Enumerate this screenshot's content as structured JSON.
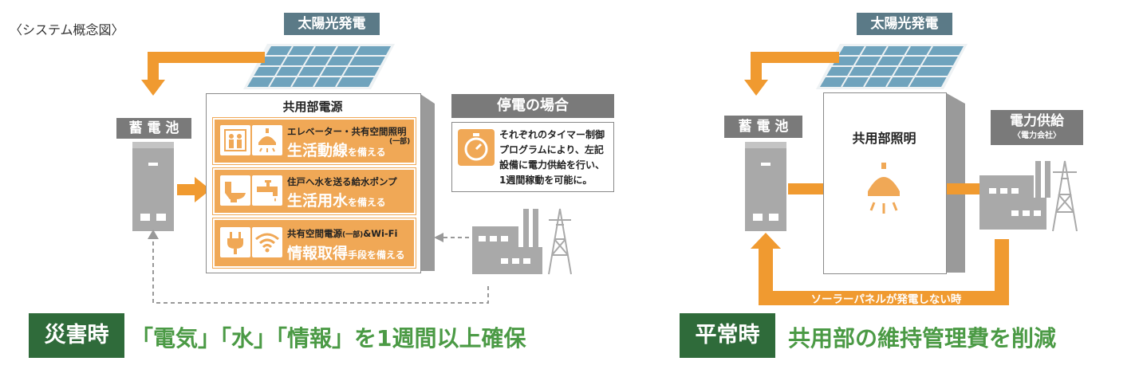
{
  "caption": "〈システム概念図〉",
  "left": {
    "solar_label": "太陽光発電",
    "battery_label": "蓄 電 池",
    "building_title": "共用部電源",
    "rows": [
      {
        "small": "エレベーター・共有空間照明",
        "note": "(一部)",
        "big": "生活動線",
        "suffix": "を備える"
      },
      {
        "small": "住戸へ水を送る給水ポンプ",
        "big": "生活用水",
        "suffix": "を備える"
      },
      {
        "small": "共有空間電源",
        "small_note": "(一部)",
        "small_tail": "&Wi-Fi",
        "big": "情報取得",
        "suffix": "手段を備える"
      }
    ],
    "outage_title": "停電の場合",
    "outage_text": [
      "それぞれのタイマー制御",
      "プログラムにより、左記",
      "設備に電力供給を行い、",
      "1週間稼動を可能に。"
    ],
    "bar_label": "災害時",
    "headline": "「電気」「水」「情報」を1週間以上確保"
  },
  "right": {
    "solar_label": "太陽光発電",
    "battery_label": "蓄 電 池",
    "building_title": "共用部照明",
    "power_label": "電力供給",
    "power_sub": "〈電力会社〉",
    "arrow_text": "ソーラーパネルが発電しない時",
    "bar_label": "平常時",
    "headline": "共用部の維持管理費を削減"
  },
  "colors": {
    "orange": "#f0a856",
    "arrow": "#f09a30",
    "slate": "#5b7a87",
    "green_bar": "#2f6b3a",
    "green_text": "#4b9a45",
    "gray": "#7a7a7a"
  }
}
